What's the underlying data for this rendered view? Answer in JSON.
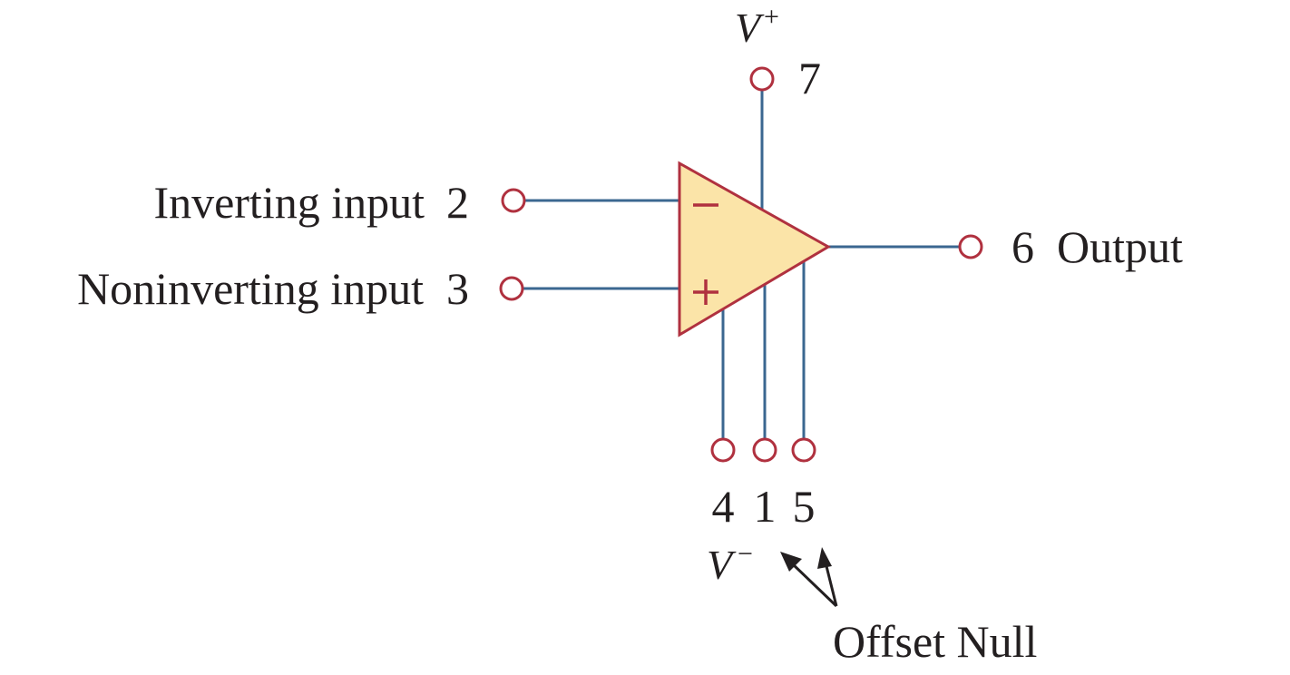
{
  "diagram": {
    "inputs": {
      "inverting_label": "Inverting input",
      "inverting_pin": "2",
      "noninverting_label": "Noninverting input",
      "noninverting_pin": "3"
    },
    "output": {
      "pin": "6",
      "label": "Output"
    },
    "supply": {
      "positive_symbol": "V",
      "positive_sign": "+",
      "positive_pin": "7",
      "negative_symbol": "V",
      "negative_sign": "−",
      "negative_pin": "4"
    },
    "offset_null": {
      "pin_a": "1",
      "pin_b": "5",
      "label": "Offset Null"
    },
    "amp_signs": {
      "minus": "−",
      "plus": "+"
    },
    "colors": {
      "wire": "#3b6790",
      "terminal": "#b0313f",
      "amp_fill": "#fbe4a8",
      "text": "#231f20"
    }
  }
}
